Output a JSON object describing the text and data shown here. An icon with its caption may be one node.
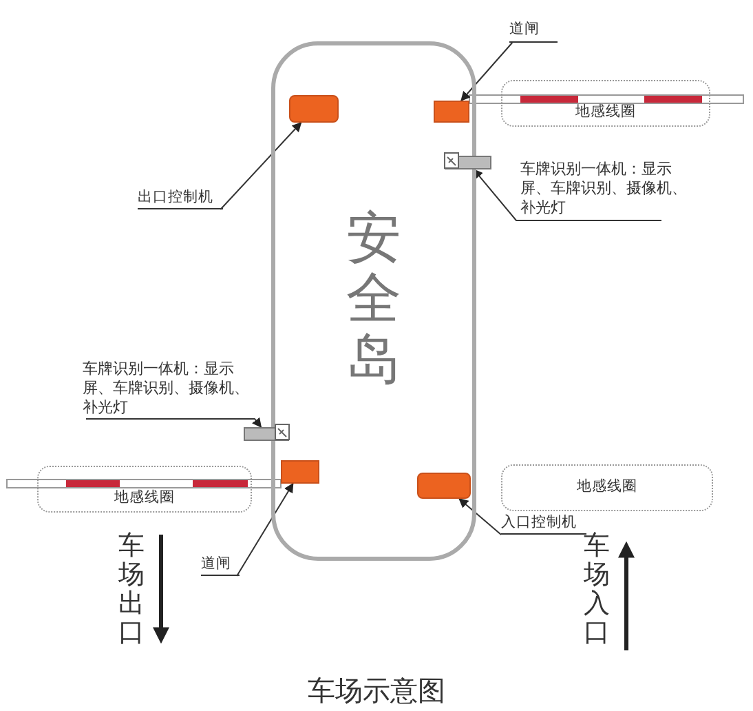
{
  "diagram": {
    "caption": "车场示意图",
    "nodes": [
      {
        "text": [
          "安全岛"
        ]
      },
      {
        "text": [],
        "shape": "box",
        "in": 0
      },
      {
        "text": [],
        "shape": "box",
        "in": 0
      },
      {
        "text": [
          "地感线圈"
        ]
      },
      {
        "text": [],
        "shape": "box"
      },
      {
        "text": [
          "道闸"
        ]
      },
      {
        "text": [
          "出口控制机"
        ]
      },
      {
        "text": [
          "车牌识别一体机：显示屏、车牌识别、摄像机、补光灯"
        ]
      },
      {
        "text": [
          "车牌识别一体机：显示屏、车牌识别、摄像机、补光灯"
        ]
      },
      {
        "text": [],
        "shape": "box"
      },
      {
        "text": [],
        "shape": "box",
        "in": 0
      },
      {
        "text": [
          "地感线圈"
        ]
      },
      {
        "text": [],
        "shape": "box",
        "in": 0
      },
      {
        "text": [
          "地感线圈"
        ]
      },
      {
        "text": [
          "入口控制机"
        ]
      },
      {
        "text": [
          "道闸"
        ]
      }
    ],
    "edges": [
      {
        "from": 5,
        "to": 2,
        "arrow": "to"
      },
      {
        "from": 6,
        "to": 1,
        "arrow": "to"
      },
      {
        "from": 7,
        "to": 4,
        "arrow": "to"
      },
      {
        "from": 8,
        "to": 9,
        "arrow": "to"
      },
      {
        "from": 15,
        "to": 10,
        "arrow": "to"
      },
      {
        "from": 14,
        "to": 12,
        "arrow": "to"
      }
    ],
    "labels": [
      "车场出口",
      "车场入口"
    ]
  }
}
